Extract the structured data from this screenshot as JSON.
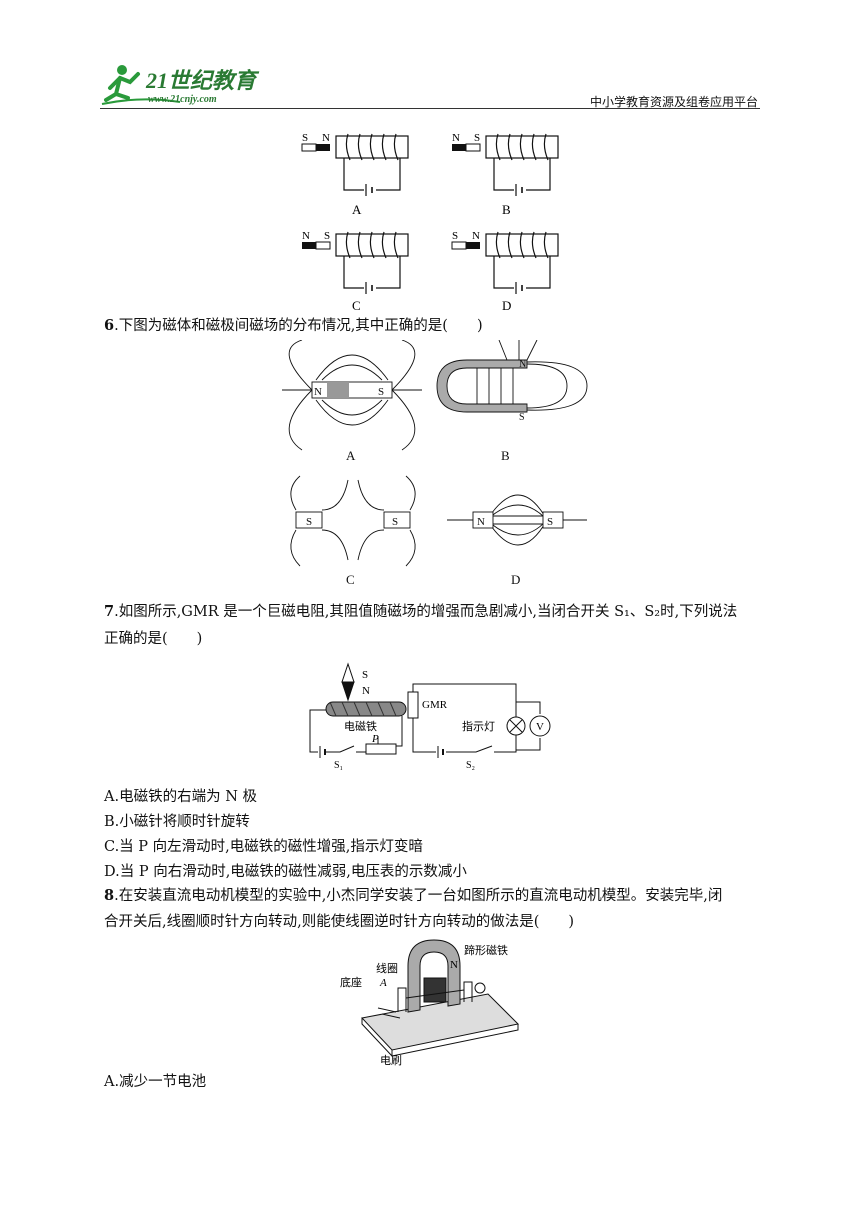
{
  "header": {
    "right_text": "中小学教育资源及组卷应用平台",
    "logo_text": "21世纪教育",
    "logo_sub": "www.21cnjy.com"
  },
  "q5_figure": {
    "panels": [
      {
        "label": "A",
        "left_pole": "S",
        "right_pole": "N"
      },
      {
        "label": "B",
        "left_pole": "N",
        "right_pole": "S"
      },
      {
        "label": "C",
        "left_pole": "N",
        "right_pole": "S"
      },
      {
        "label": "D",
        "left_pole": "S",
        "right_pole": "N"
      }
    ]
  },
  "q6": {
    "number": "6",
    "text": ".下图为磁体和磁极间磁场的分布情况,其中正确的是(　　)",
    "labels": {
      "A": "A",
      "B": "B",
      "C": "C",
      "D": "D"
    },
    "poles": {
      "N": "N",
      "S": "S"
    }
  },
  "q7": {
    "number": "7",
    "text_line1": ".如图所示,GMR 是一个巨磁电阻,其阻值随磁场的增强而急剧减小,当闭合开关 S₁、S₂时,下列说法",
    "text_line2": "正确的是(　　)",
    "figure": {
      "needle_top": "S",
      "needle_bottom": "N",
      "electromagnet": "电磁铁",
      "gmr": "GMR",
      "lamp": "指示灯",
      "voltmeter": "V",
      "slider": "P",
      "switch1": "S₁",
      "switch2": "S₂"
    },
    "options": [
      "A.电磁铁的右端为 N 极",
      "B.小磁针将顺时针旋转",
      "C.当 P 向左滑动时,电磁铁的磁性增强,指示灯变暗",
      "D.当 P 向右滑动时,电磁铁的磁性减弱,电压表的示数减小"
    ]
  },
  "q8": {
    "number": "8",
    "text_line1": ".在安装直流电动机模型的实验中,小杰同学安装了一台如图所示的直流电动机模型。安装完毕,闭",
    "text_line2": "合开关后,线圈顺时针方向转动,则能使线圈逆时针方向转动的做法是(　　)",
    "figure": {
      "coil": "线圈",
      "magnet": "蹄形磁铁",
      "base": "底座",
      "brush": "电刷",
      "point_a": "A",
      "pole_n": "N"
    },
    "options": [
      "A.减少一节电池"
    ]
  }
}
